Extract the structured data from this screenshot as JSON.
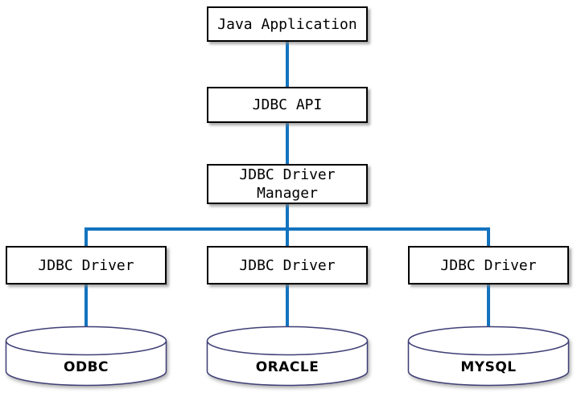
{
  "diagram": {
    "type": "architecture-diagram",
    "nodes": {
      "java_application": {
        "label": "Java Application"
      },
      "jdbc_api": {
        "label": "JDBC API"
      },
      "driver_manager": {
        "line1": "JDBC Driver",
        "line2": "Manager"
      },
      "drivers": [
        {
          "label": "JDBC Driver"
        },
        {
          "label": "JDBC Driver"
        },
        {
          "label": "JDBC Driver"
        }
      ],
      "databases": [
        {
          "label": "ODBC"
        },
        {
          "label": "ORACLE"
        },
        {
          "label": "MYSQL"
        }
      ]
    },
    "colors": {
      "connector": "#1274BF",
      "box_border": "#000000",
      "cylinder_border": "#3F3F77",
      "box_fill": "#FFFFFF",
      "text": "#000000"
    }
  }
}
